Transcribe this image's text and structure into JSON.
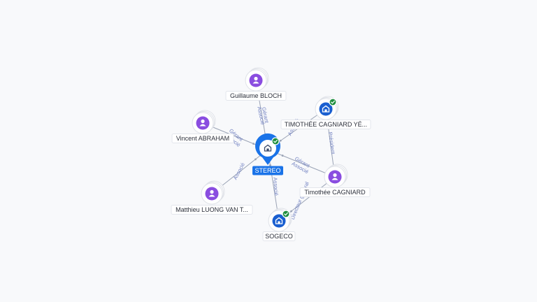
{
  "center": {
    "label": "STEREO",
    "icon": "company-icon",
    "verified": true
  },
  "nodes": [
    {
      "id": "guillaume",
      "label": "Guillaume BLOCH",
      "kind": "person",
      "icon": "person-icon"
    },
    {
      "id": "vincent",
      "label": "Vincent ABRAHAM",
      "kind": "person",
      "icon": "person-icon"
    },
    {
      "id": "matthieu",
      "label": "Matthieu LUONG VAN T...",
      "kind": "person",
      "icon": "person-icon"
    },
    {
      "id": "timothee_co",
      "label": "TIMOTHÉE CAGNIARD YÉ...",
      "kind": "company",
      "icon": "company-icon",
      "verified": true
    },
    {
      "id": "timothee",
      "label": "Timothée CAGNIARD",
      "kind": "person",
      "icon": "person-icon"
    },
    {
      "id": "sogeco",
      "label": "SOGECO",
      "kind": "company",
      "icon": "company-icon",
      "verified": true
    }
  ],
  "edge_labels": {
    "guillaume": [
      "Gérant",
      "Associé"
    ],
    "vincent": [
      "Gérant",
      "Associé"
    ],
    "matthieu": [
      "Associé"
    ],
    "timothee_co": [
      "Associé"
    ],
    "timothee": [
      "Gérant",
      "Associé"
    ],
    "sogeco": [
      "Associé"
    ],
    "timothee_to_timothee_co": [
      "Président"
    ],
    "timothee_to_sogeco": [
      "Directeur général"
    ]
  },
  "colors": {
    "person": "#8a4de0",
    "company": "#1a5fd0",
    "verified": "#1e8e3e",
    "center_label": "#1a73e8",
    "edge_label": "#6f7fc0"
  }
}
